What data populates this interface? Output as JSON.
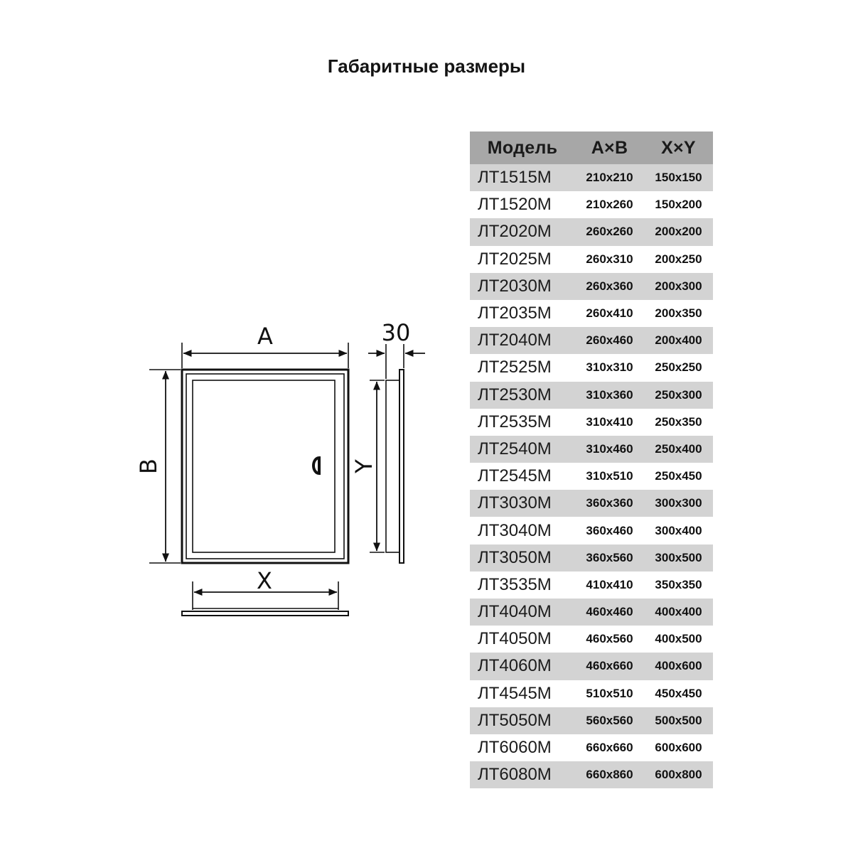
{
  "title": "Габаритные размеры",
  "drawing": {
    "label_a": "A",
    "label_b": "B",
    "label_x": "X",
    "label_y": "Y",
    "label_depth": "30"
  },
  "table": {
    "headers": [
      "Модель",
      "A×B",
      "X×Y"
    ],
    "rows": [
      [
        "ЛТ1515М",
        "210x210",
        "150x150"
      ],
      [
        "ЛТ1520М",
        "210x260",
        "150x200"
      ],
      [
        "ЛТ2020М",
        "260x260",
        "200x200"
      ],
      [
        "ЛТ2025М",
        "260x310",
        "200x250"
      ],
      [
        "ЛТ2030М",
        "260x360",
        "200x300"
      ],
      [
        "ЛТ2035М",
        "260x410",
        "200x350"
      ],
      [
        "ЛТ2040М",
        "260x460",
        "200x400"
      ],
      [
        "ЛТ2525М",
        "310x310",
        "250x250"
      ],
      [
        "ЛТ2530М",
        "310x360",
        "250x300"
      ],
      [
        "ЛТ2535М",
        "310x410",
        "250x350"
      ],
      [
        "ЛТ2540М",
        "310x460",
        "250x400"
      ],
      [
        "ЛТ2545М",
        "310x510",
        "250x450"
      ],
      [
        "ЛТ3030М",
        "360x360",
        "300x300"
      ],
      [
        "ЛТ3040М",
        "360x460",
        "300x400"
      ],
      [
        "ЛТ3050М",
        "360x560",
        "300x500"
      ],
      [
        "ЛТ3535М",
        "410x410",
        "350x350"
      ],
      [
        "ЛТ4040М",
        "460x460",
        "400x400"
      ],
      [
        "ЛТ4050М",
        "460x560",
        "400x500"
      ],
      [
        "ЛТ4060М",
        "460x660",
        "400x600"
      ],
      [
        "ЛТ4545М",
        "510x510",
        "450x450"
      ],
      [
        "ЛТ5050М",
        "560x560",
        "500x500"
      ],
      [
        "ЛТ6060М",
        "660x660",
        "600x600"
      ],
      [
        "ЛТ6080М",
        "660x860",
        "600x800"
      ]
    ]
  }
}
